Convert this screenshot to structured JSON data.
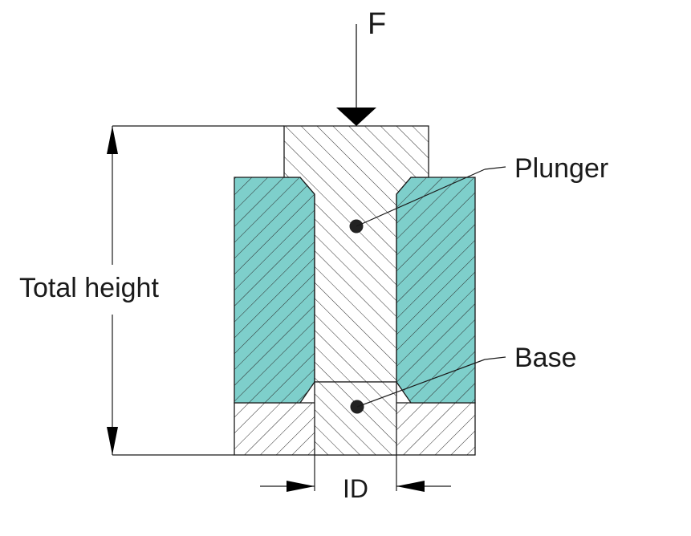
{
  "labels": {
    "force": "F",
    "total_height": "Total height",
    "plunger": "Plunger",
    "base": "Base",
    "inner_diameter": "ID"
  },
  "colors": {
    "sleeve_fill": "#7ECFCB",
    "part_fill": "#ffffff",
    "stroke": "#1a1a1a",
    "hatch": "#2a2a2a",
    "background": "#ffffff"
  },
  "parts": [
    {
      "id": "plunger",
      "label": "Plunger"
    },
    {
      "id": "base",
      "label": "Base"
    },
    {
      "id": "die-sleeve",
      "label": ""
    }
  ]
}
